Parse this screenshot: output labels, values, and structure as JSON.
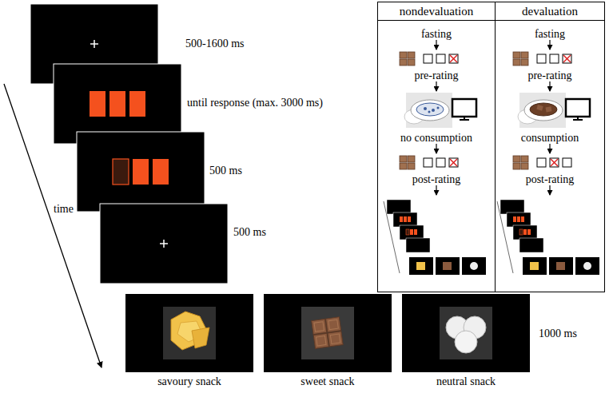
{
  "diagram": {
    "nodes": [
      {
        "text": [
          "nondevaluation",
          "fasting",
          "pre-rating",
          "no consumption",
          "post-rating"
        ]
      },
      {
        "text": [
          "devaluation",
          "fasting",
          "pre-rating",
          "consumption",
          "post-rating"
        ]
      }
    ],
    "labels": [
      "500-1600 ms",
      "until response (max. 3000 ms)",
      "500 ms",
      "500 ms",
      "1000 ms",
      "savoury snack",
      "sweet snack",
      "neutral snack",
      "time"
    ]
  }
}
